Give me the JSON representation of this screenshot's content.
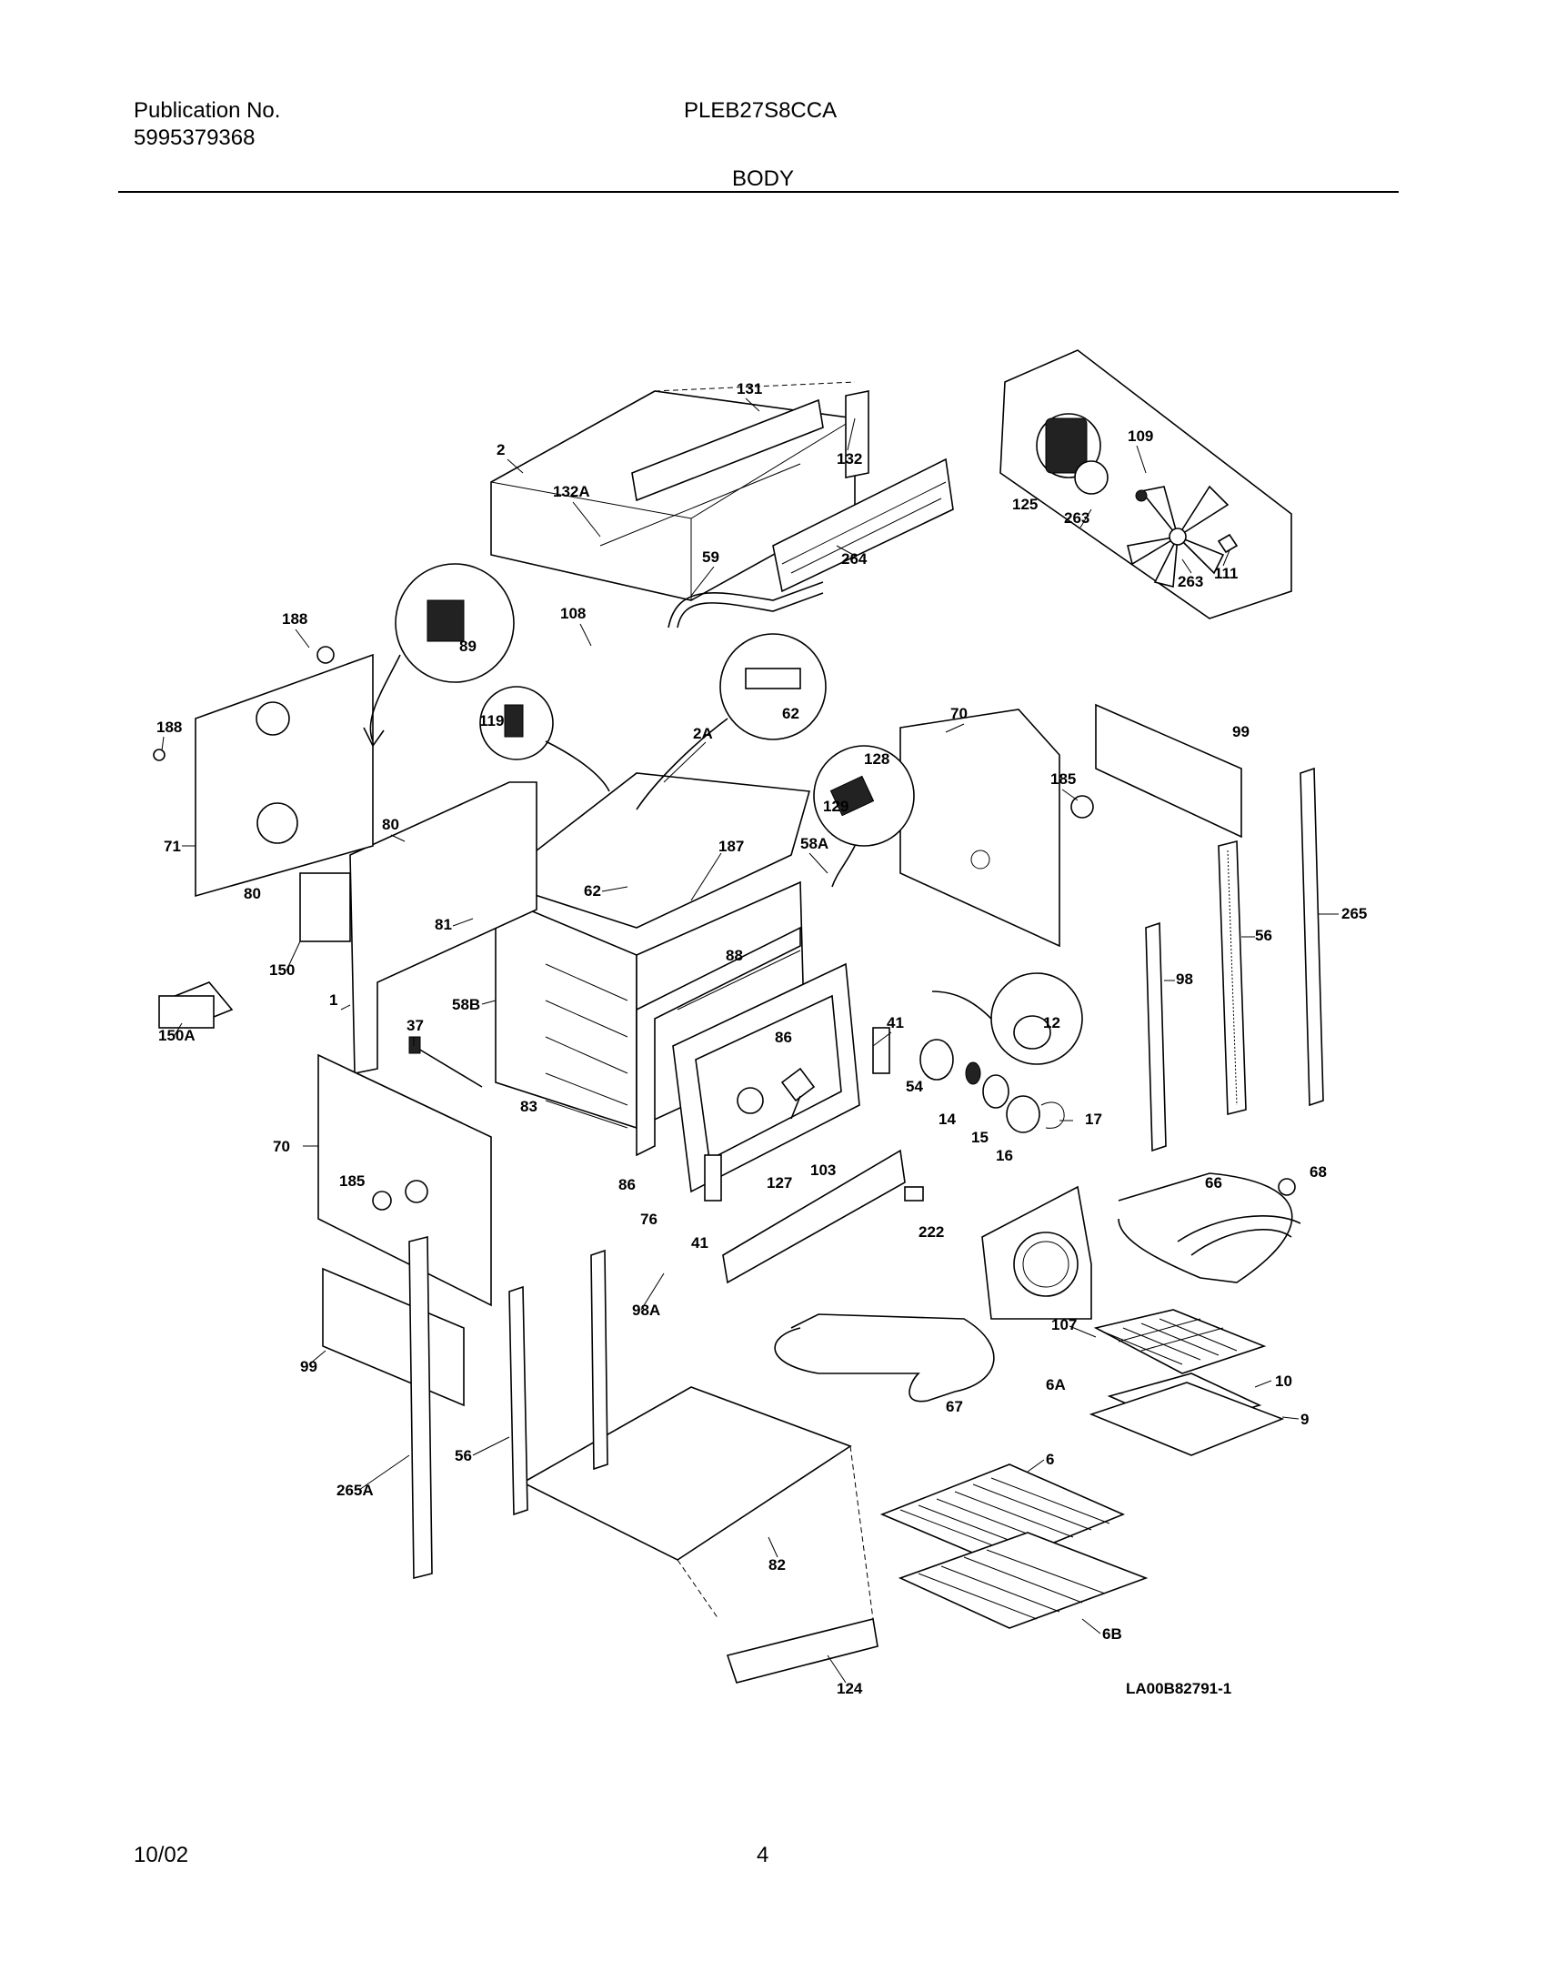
{
  "header": {
    "publication_label": "Publication No.",
    "publication_number": "5995379368",
    "model": "PLEB27S8CCA",
    "section": "BODY"
  },
  "footer": {
    "date": "10/02",
    "page": "4"
  },
  "diagram": {
    "reference_code": "LA00B82791-1",
    "callouts": [
      "131",
      "132",
      "2",
      "132A",
      "109",
      "125",
      "263",
      "263",
      "111",
      "264",
      "59",
      "108",
      "188",
      "89",
      "188",
      "119",
      "2A",
      "62",
      "128",
      "70",
      "99",
      "185",
      "129",
      "71",
      "80",
      "80",
      "187",
      "58A",
      "62",
      "81",
      "88",
      "150",
      "1",
      "150A",
      "37",
      "58B",
      "83",
      "265",
      "56",
      "98",
      "41",
      "12",
      "86",
      "54",
      "14",
      "15",
      "17",
      "16",
      "70",
      "185",
      "86",
      "76",
      "41",
      "127",
      "103",
      "222",
      "66",
      "68",
      "98A",
      "99",
      "107",
      "67",
      "6A",
      "10",
      "9",
      "56",
      "265A",
      "6",
      "82",
      "6B",
      "124"
    ]
  }
}
